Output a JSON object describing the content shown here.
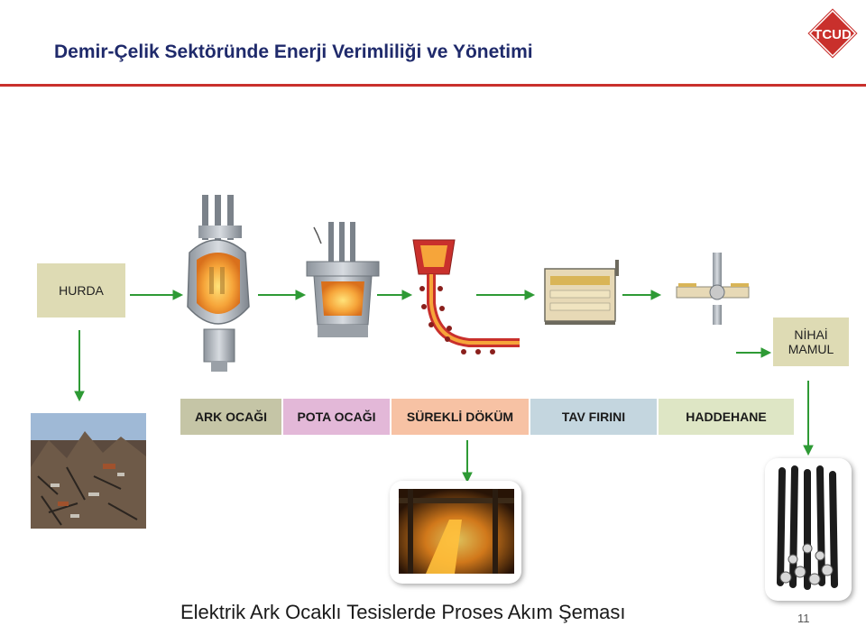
{
  "header": {
    "title": "Demir-Çelik Sektöründe Enerji Verimliliği ve Yönetimi",
    "logo_text": "TCUD"
  },
  "flow": {
    "input_label": "HURDA",
    "output_label_line1": "NİHAİ",
    "output_label_line2": "MAMUL",
    "stages": [
      {
        "label": "ARK OCAĞI",
        "color": "#c5c5a6"
      },
      {
        "label": "POTA OCAĞI",
        "color": "#e3b8d8"
      },
      {
        "label": "SÜREKLİ DÖKÜM",
        "color": "#f7c2a4"
      },
      {
        "label": "TAV FIRINI",
        "color": "#c4d6df"
      },
      {
        "label": "HADDEHANE",
        "color": "#dee6c5"
      }
    ],
    "arrow_color": "#2e9a35"
  },
  "footer": {
    "caption": "Elektrik Ark Ocaklı Tesislerde Proses Akım Şeması",
    "page_number": "11"
  }
}
